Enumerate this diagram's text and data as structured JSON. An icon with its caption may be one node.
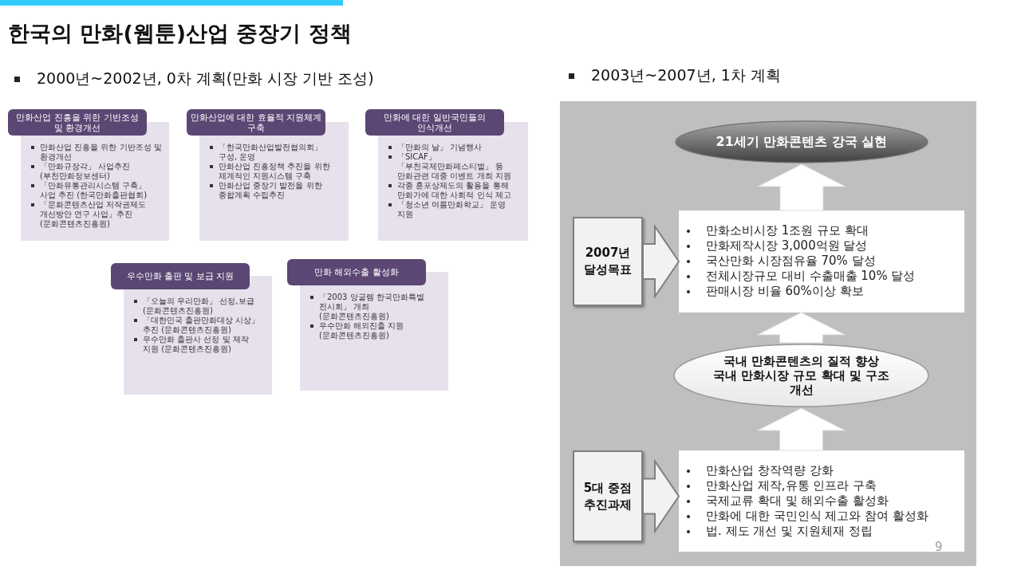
{
  "diagram": {
    "title": "한국의 만화(웹툰)산업 중장기 정책",
    "nodes": [
      {
        "text": [
          "만화산업 진흥을 위한 기반조성 및 환경개선"
        ]
      },
      {
        "text": [
          "만화산업 진흥을 위한 기반조성 및 환경개선",
          "「만화규장각」 사업추진 (부천만화정보센터)",
          "「만화유통관리시스템 구축」 사업 추진 (한국만화출판협회)",
          "「문화콘텐츠산업 저작권제도 개선방안 연구 사업」추진 (문화콘텐츠진흥원)"
        ]
      },
      {
        "text": [
          "만화산업에 대한 효율적 지원체계 구축"
        ]
      },
      {
        "text": [
          "「한국만화산업발전협의회」 구성, 운영",
          "만화산업 진흥정책 추진을 위한 체계적인 지원시스템 구축",
          "만화산업 중장기 발전을 위한 종합계획 수립추진"
        ]
      },
      {
        "text": [
          "만화에 대한 일반국민들의 인식개선"
        ]
      },
      {
        "text": [
          "「만화의 날」 기념행사",
          "「SICAF」「부천국제만화페스티벌」 등 만화관련 대중 이벤트 개최 지원",
          "각종 훈포상제도의 활용을 통해 만화가에 대한 사회적 인식 제고",
          "「청소년 여름만화학교」 운영 지원"
        ]
      },
      {
        "text": [
          "우수만화 출판 및 보급 지원"
        ]
      },
      {
        "text": [
          "「오늘의 우리만화」 선정,보급 (문화콘텐츠진흥원)",
          "「대한민국 출판만화대상 시상」 추진 (문화콘텐츠진흥원)",
          "우수만화 출판사 선정 및 제작 지원 (문화콘텐츠진흥원)"
        ]
      },
      {
        "text": [
          "만화 해외수출 활성화"
        ]
      },
      {
        "text": [
          "「2003 앙굴렘 한국만화특별 전시회」 개최 (문화콘텐츠진흥원)",
          "우수만화 해외진출 지원 (문화콘텐츠진흥원)"
        ]
      },
      {
        "text": [
          "21세기 만화콘텐츠 강국 실현"
        ]
      },
      {
        "text": [
          "2007년 달성목표"
        ]
      },
      {
        "text": [
          "만화소비시장 1조원 규모 확대",
          "만화제작시장 3,000억원 달성",
          "국산만화 시장점유율 70% 달성",
          "전체시장규모 대비 수출매출 10% 달성",
          "판매시장 비율 60%이상 확보"
        ]
      },
      {
        "text": [
          "국내 만화콘텐츠의 질적 향상",
          "국내 만화시장 규모 확대 및 구조 개선"
        ]
      },
      {
        "text": [
          "5대 중점 추진과제"
        ]
      },
      {
        "text": [
          "만화산업 창작역량 강화",
          "만화산업 제작,유통 인프라 구축",
          "국제교류 확대 및 해외수출 활성화",
          "만화에 대한 국민인식 제고와 참여 활성화",
          "법. 제도 개선 및 지원체재 정립"
        ]
      }
    ],
    "edges": [
      {
        "from": 11,
        "to": 12,
        "arrow": "to"
      },
      {
        "from": 12,
        "to": 10,
        "arrow": "to"
      },
      {
        "from": 13,
        "to": 12,
        "arrow": "to"
      },
      {
        "from": 14,
        "to": 15,
        "arrow": "to"
      },
      {
        "from": 15,
        "to": 13,
        "arrow": "to"
      }
    ],
    "labels": [
      "2000년~2002년, 0차 계획(만화 시장 기반 조성)",
      "2003년~2007년, 1차 계획",
      "9"
    ]
  }
}
